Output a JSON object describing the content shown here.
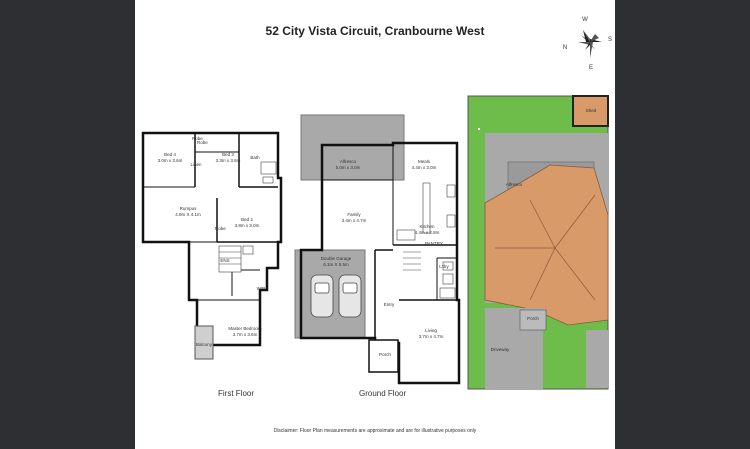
{
  "title": "52 City Vista Circuit, Cranbourne West",
  "compass": {
    "w": "W",
    "n": "N",
    "s": "S",
    "e": "E"
  },
  "floors": {
    "first": "First Floor",
    "ground": "Ground Floor"
  },
  "rooms": {
    "bed4": {
      "name": "Bed 4",
      "size": "3.0m x 3.6m"
    },
    "bed3": {
      "name": "Bed 3",
      "size": "3.3m x 3.6m"
    },
    "bath": {
      "name": "Bath"
    },
    "linen": {
      "name": "Linen"
    },
    "robe_a": {
      "name": "Robe"
    },
    "robe_b": {
      "name": "Robe"
    },
    "robe_c": {
      "name": "Robe"
    },
    "rumpus": {
      "name": "Rumpus",
      "size": "4.9m X 4.1m"
    },
    "bed2": {
      "name": "Bed 2",
      "size": "3.8m x 3.0m"
    },
    "ens": {
      "name": "ENS"
    },
    "wir": {
      "name": "WIR"
    },
    "master": {
      "name": "Master Bedroom",
      "size": "3.7m x 3.6m"
    },
    "balcony": {
      "name": "Balcony"
    },
    "alfresco": {
      "name": "Alfresco",
      "size": "5.0m x 3.0m"
    },
    "meals": {
      "name": "Meals",
      "size": "4.4m x 3.0m"
    },
    "family": {
      "name": "Family",
      "size": "3.4m x 4.7m"
    },
    "kitchen": {
      "name": "Kitchen",
      "size": "4.4m x 2.8m"
    },
    "pantry": {
      "name": "PANTRY"
    },
    "ldry": {
      "name": "L'dry"
    },
    "garage": {
      "name": "Double Garage",
      "size": "6.1m X 5.5m"
    },
    "entry": {
      "name": "Entry"
    },
    "living": {
      "name": "Living",
      "size": "3.7m x 4.7m"
    },
    "porch": {
      "name": "Porch"
    },
    "shed": {
      "name": "Shed"
    },
    "site_alfresco": {
      "name": "Alfresco"
    },
    "driveway": {
      "name": "Driveway"
    },
    "site_porch": {
      "name": "Porch"
    }
  },
  "disclaimer": "Disclaimer: Floor Plan measurements are approximate and are for illustrative purposes only"
}
